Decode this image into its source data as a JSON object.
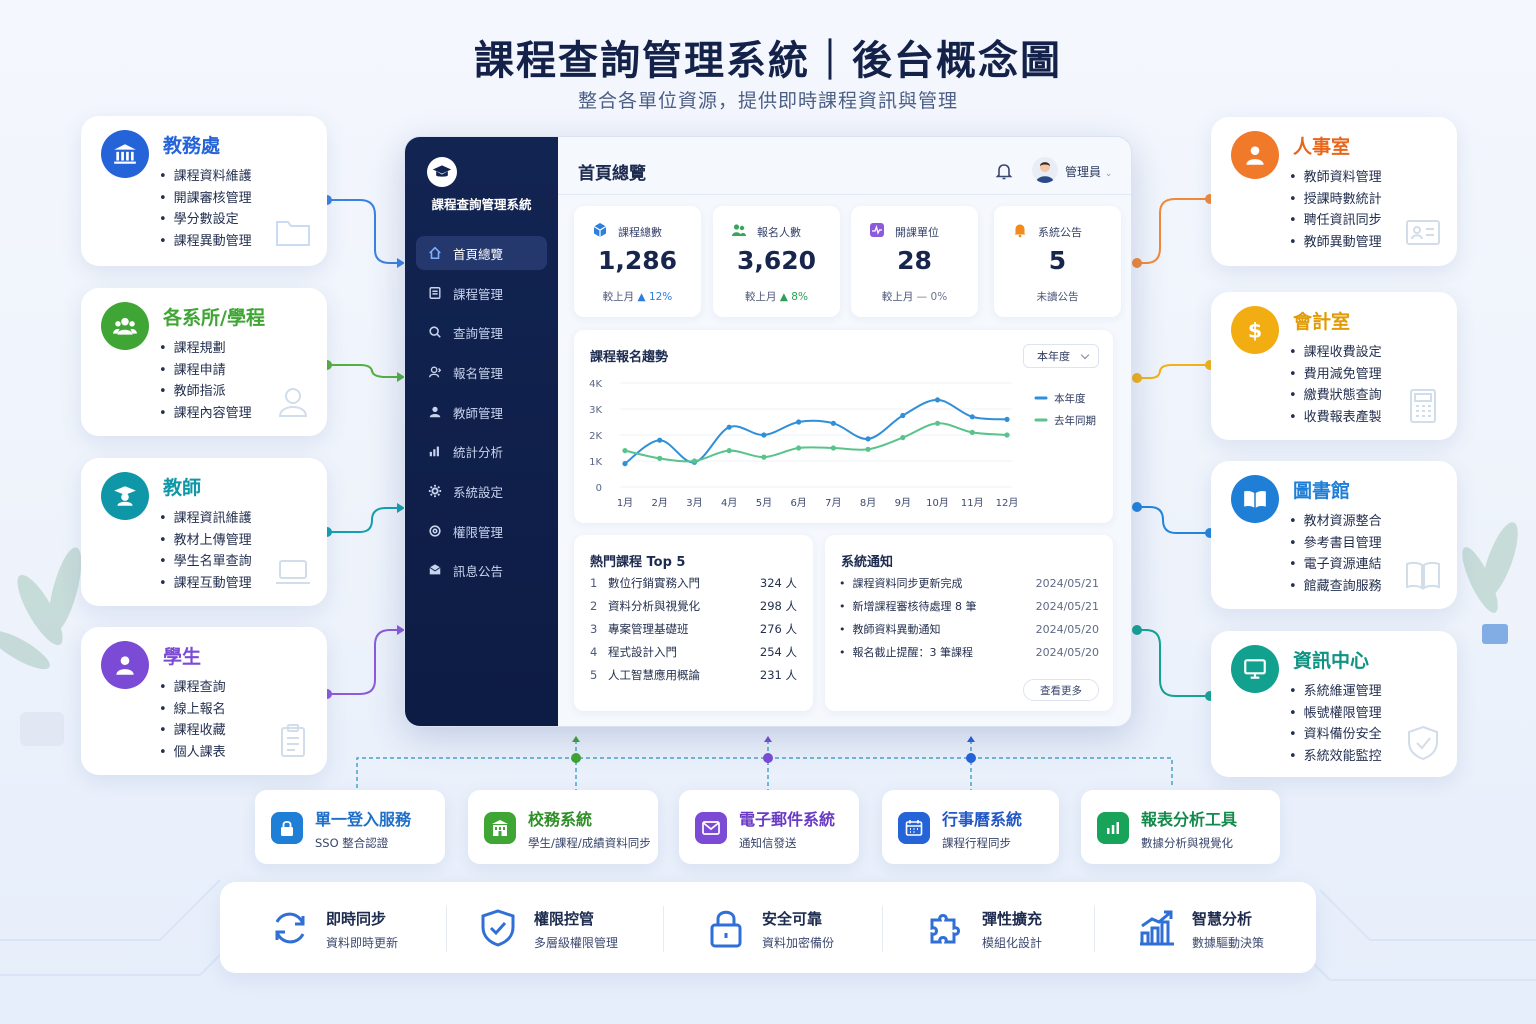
{
  "header": {
    "title": "課程查詢管理系統｜後台概念圖",
    "subtitle": "整合各單位資源，提供即時課程資訊與管理"
  },
  "left_units": [
    {
      "title": "教務處",
      "items": [
        "課程資料維護",
        "開課審核管理",
        "學分數設定",
        "課程異動管理"
      ],
      "color": "#2563d9",
      "icon": "bank-icon",
      "ghost": "folder-icon"
    },
    {
      "title": "各系所/學程",
      "items": [
        "課程規劃",
        "課程申請",
        "教師指派",
        "課程內容管理"
      ],
      "color": "#3fa535",
      "icon": "group-icon",
      "ghost": "user-icon"
    },
    {
      "title": "教師",
      "items": [
        "課程資訊維護",
        "教材上傳管理",
        "學生名單查詢",
        "課程互動管理"
      ],
      "color": "#0f97a8",
      "icon": "teacher-icon",
      "ghost": "laptop-icon"
    },
    {
      "title": "學生",
      "items": [
        "課程查詢",
        "線上報名",
        "課程收藏",
        "個人課表"
      ],
      "color": "#7c4bd6",
      "icon": "student-icon",
      "ghost": "clipboard-icon"
    }
  ],
  "right_units": [
    {
      "title": "人事室",
      "items": [
        "教師資料管理",
        "授課時數統計",
        "聘任資訊同步",
        "教師異動管理"
      ],
      "color": "#f07a2a",
      "icon": "person-icon",
      "ghost": "id-card-icon"
    },
    {
      "title": "會計室",
      "items": [
        "課程收費設定",
        "費用減免管理",
        "繳費狀態查詢",
        "收費報表產製"
      ],
      "color": "#f2ad12",
      "icon": "dollar-icon",
      "ghost": "calculator-icon"
    },
    {
      "title": "圖書館",
      "items": [
        "教材資源整合",
        "參考書目管理",
        "電子資源連結",
        "館藏查詢服務"
      ],
      "color": "#1f7fd6",
      "icon": "book-icon",
      "ghost": "book-outline-icon"
    },
    {
      "title": "資訊中心",
      "items": [
        "系統維運管理",
        "帳號權限管理",
        "資料備份安全",
        "系統效能監控"
      ],
      "color": "#12a08f",
      "icon": "monitor-icon",
      "ghost": "shield-icon"
    }
  ],
  "dashboard": {
    "system_name": "課程查詢管理系統",
    "nav": [
      "首頁總覽",
      "課程管理",
      "查詢管理",
      "報名管理",
      "教師管理",
      "統計分析",
      "系統設定",
      "權限管理",
      "訊息公告"
    ],
    "page_title": "首頁總覽",
    "user": "管理員",
    "stats": [
      {
        "label": "課程總數",
        "value": "1,286",
        "compare": "較上月",
        "change": "▲ 12%",
        "icon": "cube-icon"
      },
      {
        "label": "報名人數",
        "value": "3,620",
        "compare": "較上月",
        "change": "▲ 8%",
        "icon": "users-icon"
      },
      {
        "label": "開課單位",
        "value": "28",
        "compare": "較上月",
        "change": "— 0%",
        "icon": "activity-icon"
      },
      {
        "label": "系統公告",
        "value": "5",
        "compare": "",
        "change": "未讀公告",
        "icon": "bell-icon"
      }
    ],
    "trend": {
      "title": "課程報名趨勢",
      "range": "本年度"
    },
    "hot": {
      "title": "熱門課程 Top 5",
      "rows": [
        {
          "rank": "1",
          "name": "數位行銷實務入門",
          "count": "324 人"
        },
        {
          "rank": "2",
          "name": "資料分析與視覺化",
          "count": "298 人"
        },
        {
          "rank": "3",
          "name": "專案管理基礎班",
          "count": "276 人"
        },
        {
          "rank": "4",
          "name": "程式設計入門",
          "count": "254 人"
        },
        {
          "rank": "5",
          "name": "人工智慧應用概論",
          "count": "231 人"
        }
      ]
    },
    "notice": {
      "title": "系統通知",
      "more": "查看更多",
      "rows": [
        {
          "text": "課程資料同步更新完成",
          "date": "2024/05/21"
        },
        {
          "text": "新增課程審核待處理 8 筆",
          "date": "2024/05/21"
        },
        {
          "text": "教師資料異動通知",
          "date": "2024/05/20"
        },
        {
          "text": "報名截止提醒：3 筆課程",
          "date": "2024/05/20"
        }
      ]
    }
  },
  "chart_data": {
    "type": "line",
    "title": "課程報名趨勢",
    "categories": [
      "1月",
      "2月",
      "3月",
      "4月",
      "5月",
      "6月",
      "7月",
      "8月",
      "9月",
      "10月",
      "11月",
      "12月"
    ],
    "ylim": [
      0,
      4000
    ],
    "yticks": [
      "0",
      "1K",
      "2K",
      "3K",
      "4K"
    ],
    "legend": "right",
    "series": [
      {
        "name": "本年度",
        "color": "#2f8fd8",
        "values": [
          900,
          1800,
          950,
          2300,
          2000,
          2500,
          2450,
          1850,
          2750,
          3350,
          2700,
          2600
        ]
      },
      {
        "name": "去年同期",
        "color": "#59c38b",
        "values": [
          1400,
          1100,
          1000,
          1400,
          1150,
          1500,
          1500,
          1450,
          1900,
          2450,
          2100,
          2000
        ]
      }
    ]
  },
  "integrations": [
    {
      "title": "單一登入服務",
      "sub": "SSO 整合認證",
      "color": "#1f7fd6",
      "icon": "lock-icon"
    },
    {
      "title": "校務系統",
      "sub": "學生/課程/成績資料同步",
      "color": "#3fa535",
      "icon": "building-icon"
    },
    {
      "title": "電子郵件系統",
      "sub": "通知信發送",
      "color": "#7c4bd6",
      "icon": "mail-icon"
    },
    {
      "title": "行事曆系統",
      "sub": "課程行程同步",
      "color": "#2563d9",
      "icon": "calendar-icon"
    },
    {
      "title": "報表分析工具",
      "sub": "數據分析與視覺化",
      "color": "#18a35a",
      "icon": "report-icon"
    }
  ],
  "features": [
    {
      "title": "即時同步",
      "sub": "資料即時更新",
      "icon": "sync-icon"
    },
    {
      "title": "權限控管",
      "sub": "多層級權限管理",
      "icon": "shield-check-icon"
    },
    {
      "title": "安全可靠",
      "sub": "資料加密備份",
      "icon": "padlock-icon"
    },
    {
      "title": "彈性擴充",
      "sub": "模組化設計",
      "icon": "puzzle-icon"
    },
    {
      "title": "智慧分析",
      "sub": "數據驅動決策",
      "icon": "growth-chart-icon"
    }
  ],
  "colors": {
    "navy": "#122452",
    "accent": "#2563d9",
    "text": "#1d2b4f"
  }
}
